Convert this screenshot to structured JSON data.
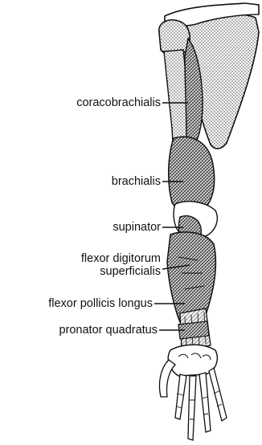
{
  "labels": {
    "coracobrachialis": "coracobrachialis",
    "brachialis": "brachialis",
    "supinator": "supinator",
    "flexor_digitorum_line1": "flexor digitorum",
    "flexor_digitorum_line2": "superficialis",
    "flexor_pollicis_longus": "flexor pollicis longus",
    "pronator_quadratus": "pronator quadratus"
  },
  "colors": {
    "outline": "#111111",
    "bone_stipple": "#bdbdbd",
    "muscle_crosshatch": "#444444"
  }
}
